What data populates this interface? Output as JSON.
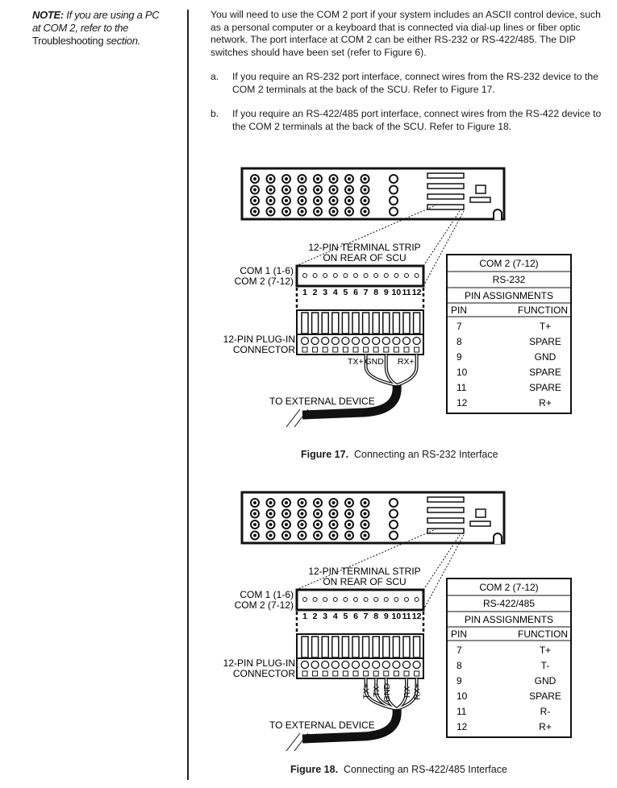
{
  "note": {
    "label": "NOTE:",
    "text1": "If you are using a PC at COM 2, refer to the",
    "link": "Troubleshooting",
    "text2": "section."
  },
  "intro": "You will need to use the COM 2 port if your system includes an ASCII control device, such as a personal computer or a keyboard that is connected via dial-up lines or fiber optic network. The port interface at COM 2 can be either RS-232 or RS-422/485. The DIP switches should have been set (refer to Figure 6).",
  "steps": [
    {
      "label": "a.",
      "text": "If you require an RS-232 port interface, connect wires from the RS-232 device to the COM 2 terminals at the back of the SCU. Refer to Figure 17."
    },
    {
      "label": "b.",
      "text": "If you require an RS-422/485 port interface, connect wires from the RS-422 device to the COM 2 terminals at the back of the SCU. Refer to Figure 18."
    }
  ],
  "figure_common": {
    "strip_label1": "12-PIN TERMINAL STRIP",
    "strip_label2": "ON REAR OF SCU",
    "com1": "COM 1 (1-6)",
    "com2": "COM 2 (7-12)",
    "pins": [
      "1",
      "2",
      "3",
      "4",
      "5",
      "6",
      "7",
      "8",
      "9",
      "10",
      "11",
      "12"
    ],
    "plug_label1": "12-PIN PLUG-IN",
    "plug_label2": "CONNECTOR",
    "external": "TO EXTERNAL DEVICE",
    "table_pin": "PIN",
    "table_function": "FUNCTION",
    "table_title": "COM 2 (7-12)",
    "table_sub": "PIN ASSIGNMENTS"
  },
  "figures": [
    {
      "number": "Figure 17.",
      "caption": "Connecting an RS-232 Interface",
      "interface": "RS-232",
      "wires": [
        "TX+",
        "GND",
        "RX+"
      ],
      "rows": [
        [
          "7",
          "T+"
        ],
        [
          "8",
          "SPARE"
        ],
        [
          "9",
          "GND"
        ],
        [
          "10",
          "SPARE"
        ],
        [
          "11",
          "SPARE"
        ],
        [
          "12",
          "R+"
        ]
      ]
    },
    {
      "number": "Figure 18.",
      "caption": "Connecting an RS-422/485 Interface",
      "interface": "RS-422/485",
      "wires": [
        "TX+",
        "TX-",
        "GND",
        "RX-",
        "RX+"
      ],
      "rows": [
        [
          "7",
          "T+"
        ],
        [
          "8",
          "T-"
        ],
        [
          "9",
          "GND"
        ],
        [
          "10",
          "SPARE"
        ],
        [
          "11",
          "R-"
        ],
        [
          "12",
          "R+"
        ]
      ]
    }
  ]
}
